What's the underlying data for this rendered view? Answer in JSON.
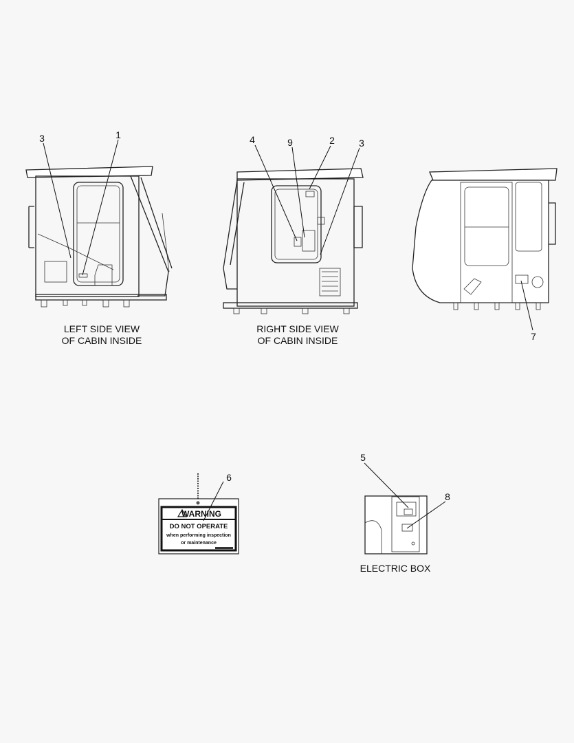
{
  "views": {
    "left": {
      "caption_line1": "LEFT SIDE VIEW",
      "caption_line2": "OF CABIN INSIDE"
    },
    "right": {
      "caption_line1": "RIGHT SIDE VIEW",
      "caption_line2": "OF CABIN INSIDE"
    },
    "electric_box": {
      "caption": "ELECTRIC BOX"
    }
  },
  "callouts": [
    "1",
    "2",
    "3",
    "4",
    "5",
    "6",
    "7",
    "8",
    "9"
  ],
  "warning_tag": {
    "header": "WARNING",
    "line1": "DO NOT OPERATE",
    "line2": "when performing inspection",
    "line3": "or maintenance"
  }
}
